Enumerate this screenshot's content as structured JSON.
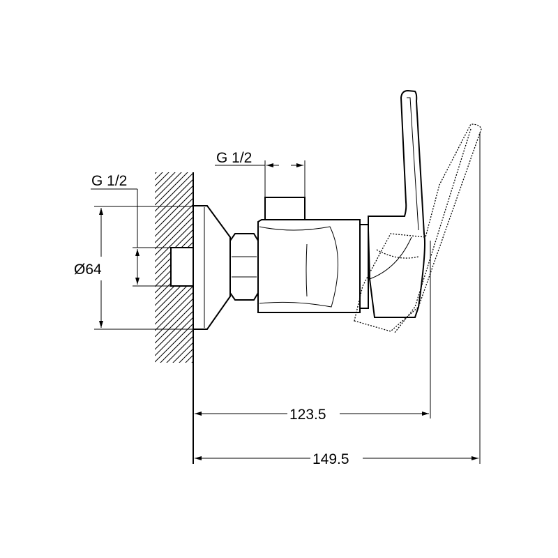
{
  "drawing": {
    "thread_left_label": "G 1/2",
    "thread_top_label": "G 1/2",
    "diameter_label": "Ø64",
    "dim_inner_label": "123.5",
    "dim_outer_label": "149.5"
  }
}
